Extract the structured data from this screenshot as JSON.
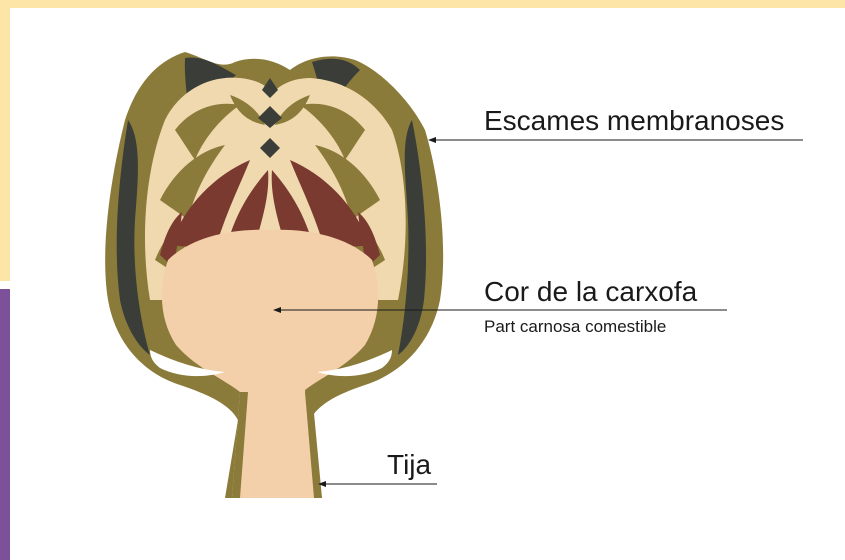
{
  "labels": {
    "scales": "Escames membranoses",
    "heart": "Cor de la carxofa",
    "heart_sub": "Part carnosa comestible",
    "stem": "Tija"
  },
  "colors": {
    "frame_yellow": "#fde5a8",
    "frame_purple": "#7d509a",
    "bract_olive": "#8b7b3a",
    "bract_dark": "#3b3e38",
    "flesh": "#f3cfaa",
    "inner_maroon": "#7a3a30"
  }
}
